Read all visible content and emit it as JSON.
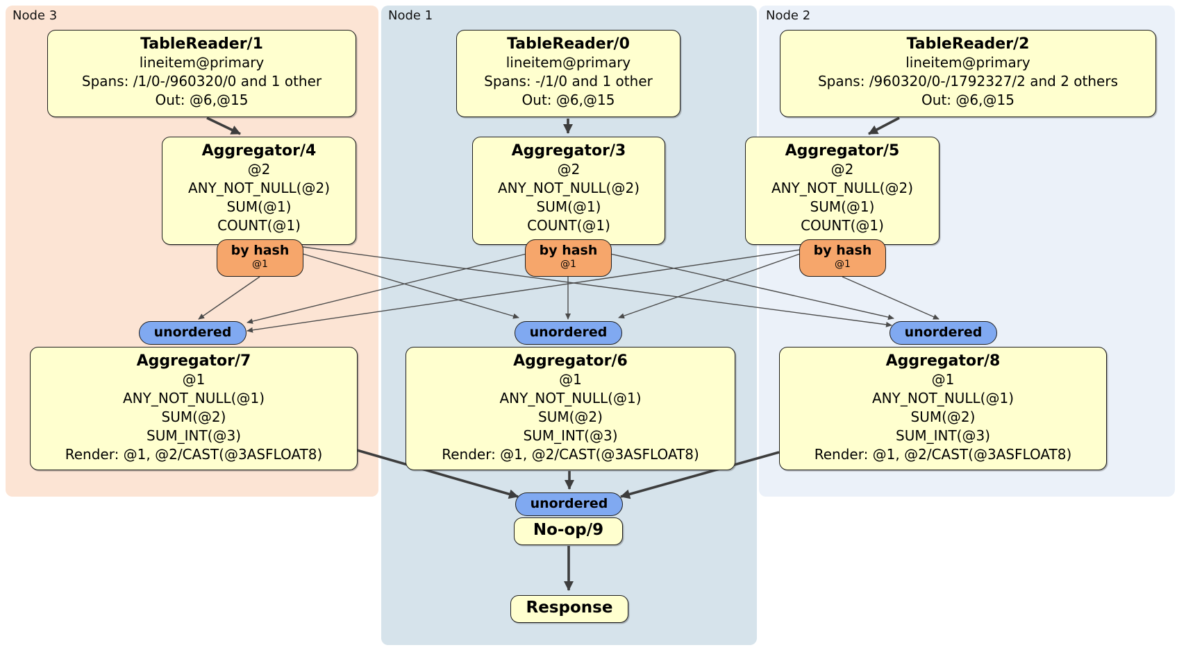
{
  "regions": [
    {
      "id": "node3",
      "label": "Node 3",
      "color": "#fce4d4"
    },
    {
      "id": "node1",
      "label": "Node 1",
      "color": "#d6e3eb"
    },
    {
      "id": "node2",
      "label": "Node 2",
      "color": "#ebf1f9"
    }
  ],
  "colors": {
    "processor_box": "#ffffcf",
    "router": "#f6a66b",
    "sync": "#80a9f1",
    "edge_thin": "#4a4a4a",
    "edge_thick": "#3d3d3d"
  },
  "nodes": {
    "tr1": {
      "title": "TableReader/1",
      "lines": [
        "lineitem@primary",
        "Spans: /1/0-/960320/0 and 1 other",
        "Out: @6,@15"
      ]
    },
    "tr0": {
      "title": "TableReader/0",
      "lines": [
        "lineitem@primary",
        "Spans: -/1/0 and 1 other",
        "Out: @6,@15"
      ]
    },
    "tr2": {
      "title": "TableReader/2",
      "lines": [
        "lineitem@primary",
        "Spans: /960320/0-/1792327/2 and 2 others",
        "Out: @6,@15"
      ]
    },
    "agg4": {
      "title": "Aggregator/4",
      "lines": [
        "@2",
        "ANY_NOT_NULL(@2)",
        "SUM(@1)",
        "COUNT(@1)"
      ]
    },
    "agg3": {
      "title": "Aggregator/3",
      "lines": [
        "@2",
        "ANY_NOT_NULL(@2)",
        "SUM(@1)",
        "COUNT(@1)"
      ]
    },
    "agg5": {
      "title": "Aggregator/5",
      "lines": [
        "@2",
        "ANY_NOT_NULL(@2)",
        "SUM(@1)",
        "COUNT(@1)"
      ]
    },
    "agg7": {
      "title": "Aggregator/7",
      "lines": [
        "@1",
        "ANY_NOT_NULL(@1)",
        "SUM(@2)",
        "SUM_INT(@3)",
        "Render: @1, @2/CAST(@3ASFLOAT8)"
      ]
    },
    "agg6": {
      "title": "Aggregator/6",
      "lines": [
        "@1",
        "ANY_NOT_NULL(@1)",
        "SUM(@2)",
        "SUM_INT(@3)",
        "Render: @1, @2/CAST(@3ASFLOAT8)"
      ]
    },
    "agg8": {
      "title": "Aggregator/8",
      "lines": [
        "@1",
        "ANY_NOT_NULL(@1)",
        "SUM(@2)",
        "SUM_INT(@3)",
        "Render: @1, @2/CAST(@3ASFLOAT8)"
      ]
    },
    "noop": {
      "title": "No-op/9"
    },
    "response": {
      "title": "Response"
    }
  },
  "router": {
    "label": "by hash",
    "sub": "@1"
  },
  "sync": {
    "label": "unordered"
  }
}
